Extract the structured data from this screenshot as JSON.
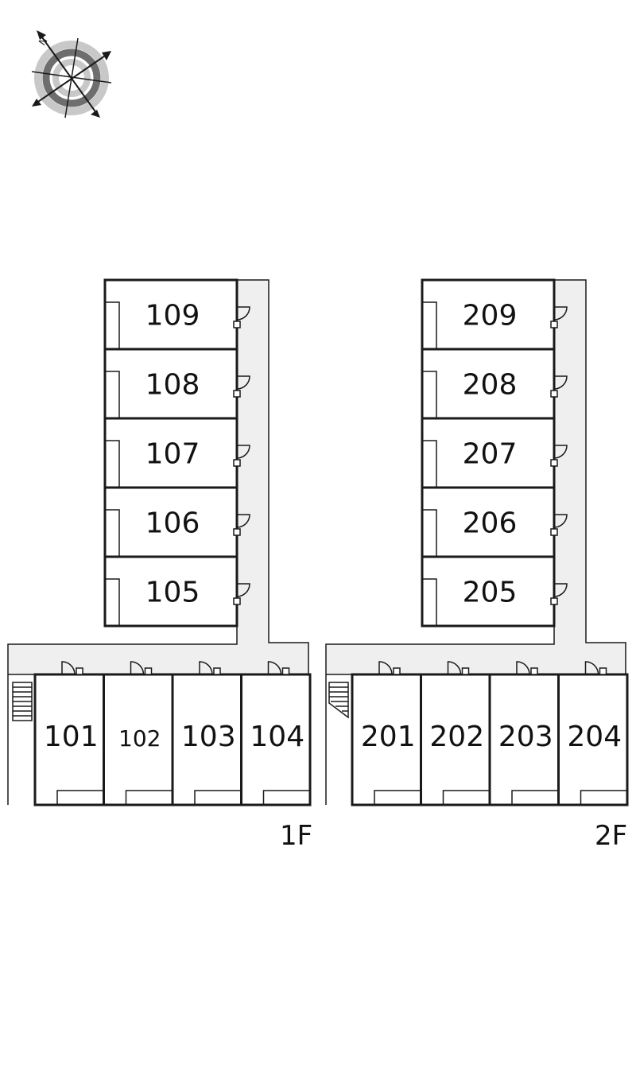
{
  "compass": {
    "north_marker": "N"
  },
  "floors": [
    {
      "label": "1F",
      "upper_units": [
        "109",
        "108",
        "107",
        "106",
        "105"
      ],
      "lower_units": [
        "101",
        "102",
        "103",
        "104"
      ]
    },
    {
      "label": "2F",
      "upper_units": [
        "209",
        "208",
        "207",
        "206",
        "205"
      ],
      "lower_units": [
        "201",
        "202",
        "203",
        "204"
      ]
    }
  ]
}
